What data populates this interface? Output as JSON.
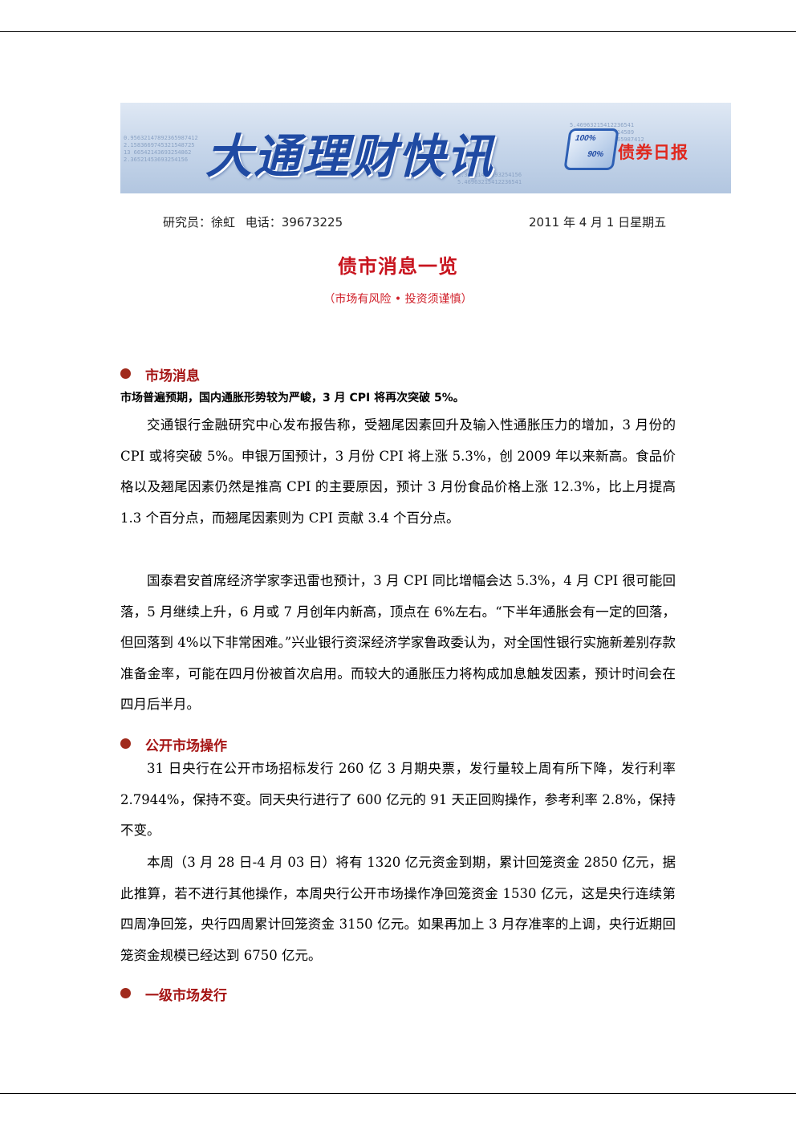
{
  "banner": {
    "title": "大通理财快讯",
    "badge_top": "100%",
    "badge_bottom": "90%",
    "brand": "债券日报",
    "digits": [
      "0.95632147892365987412",
      "2.1583669745321548725",
      "13 66542143693254862",
      "2.36521453693254156",
      "5.46963215412236541",
      "8.26321458963214589"
    ]
  },
  "header": {
    "researcher": "研究员：徐虹",
    "phone": "电话：39673225",
    "date": "2011 年 4 月 1 日星期五"
  },
  "title": "债市消息一览",
  "subtitle": "（市场有风险 • 投资须谨慎）",
  "sections": [
    {
      "label": "市场消息",
      "headline": "市场普遍预期，国内通胀形势较为严峻，3 月 CPI 将再次突破 5%。",
      "paragraphs": [
        "交通银行金融研究中心发布报告称，受翘尾因素回升及输入性通胀压力的增加，3 月份的 CPI 或将突破 5%。申银万国预计，3 月份 CPI 将上涨 5.3%，创 2009 年以来新高。食品价格以及翘尾因素仍然是推高 CPI 的主要原因，预计 3 月份食品价格上涨 12.3%，比上月提高 1.3 个百分点，而翘尾因素则为 CPI 贡献 3.4 个百分点。",
        "国泰君安首席经济学家李迅雷也预计，3 月 CPI 同比增幅会达 5.3%，4 月 CPI 很可能回落，5 月继续上升，6 月或 7 月创年内新高，顶点在 6%左右。“下半年通胀会有一定的回落，但回落到 4%以下非常困难。”兴业银行资深经济学家鲁政委认为，对全国性银行实施新差别存款准备金率，可能在四月份被首次启用。而较大的通胀压力将构成加息触发因素，预计时间会在四月后半月。"
      ]
    },
    {
      "label": "公开市场操作",
      "paragraphs": [
        "31 日央行在公开市场招标发行 260 亿 3 月期央票，发行量较上周有所下降，发行利率 2.7944%，保持不变。同天央行进行了 600 亿元的 91 天正回购操作，参考利率 2.8%，保持不变。",
        "本周（3 月 28 日-4 月 03 日）将有 1320 亿元资金到期，累计回笼资金 2850 亿元，据此推算，若不进行其他操作，本周央行公开市场操作净回笼资金 1530 亿元，这是央行连续第四周净回笼，央行四周累计回笼资金 3150 亿元。如果再加上 3 月存准率的上调，央行近期回笼资金规模已经达到 6750 亿元。"
      ]
    },
    {
      "label": "一级市场发行"
    }
  ]
}
